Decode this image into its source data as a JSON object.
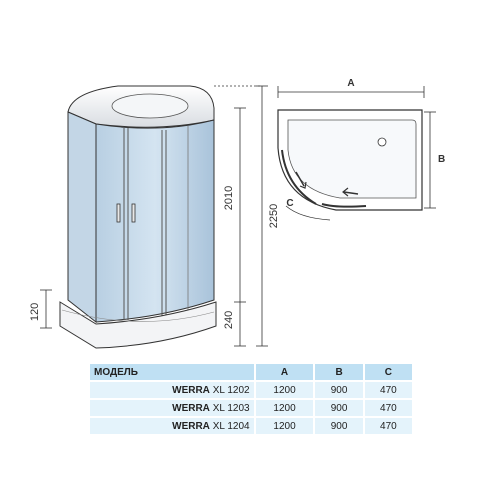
{
  "front_view": {
    "dimensions": {
      "total_height": "2250",
      "cabin_height": "2010",
      "tray_height": "240",
      "tray_depth": "120"
    }
  },
  "plan_view": {
    "labels": {
      "a": "A",
      "b": "B",
      "c": "C"
    }
  },
  "spec_table": {
    "headers": [
      "МОДЕЛЬ",
      "A",
      "B",
      "C"
    ],
    "rows": [
      {
        "brand": "WERRA",
        "model": "XL 1202",
        "a": "1200",
        "b": "900",
        "c": "470"
      },
      {
        "brand": "WERRA",
        "model": "XL 1203",
        "a": "1200",
        "b": "900",
        "c": "470"
      },
      {
        "brand": "WERRA",
        "model": "XL 1204",
        "a": "1200",
        "b": "900",
        "c": "470"
      }
    ]
  },
  "colors": {
    "glass": "#c8dcec",
    "table_header": "#bfe0f3",
    "table_cell": "#e4f3fb"
  }
}
